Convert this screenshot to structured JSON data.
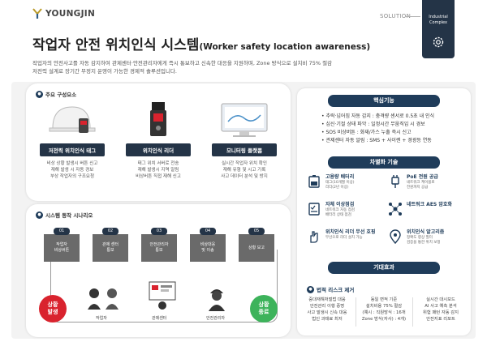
{
  "brand": {
    "name": "YOUNGJIN"
  },
  "header": {
    "solution": "SOLUTION",
    "tab_line1": "Industrial",
    "tab_line2": "Complex",
    "title": "작업자 안전 위치인식 시스템",
    "title_en": "(Worker safety location awareness)",
    "desc_line1": "작업자의 안전사고를 자동 감지하여 관제센터·안전관리자에게 즉시 통보하고 신속한 대응을 지원하며, Zone 방식으로 설치비 75% 절감",
    "desc_line2": "저전력 설계로 장기간 무정지 운영이 가능한 경제적 솔루션입니다."
  },
  "components": {
    "title": "주요 구성요소",
    "items": [
      {
        "tag": "저전력 위치인식 태그",
        "desc1": "비상 상황 발생시 버튼 신고",
        "desc2": "재해 발생 시 자동 경보",
        "desc3": "부상 작업자의 구조요청"
      },
      {
        "tag": "위치인식 리더",
        "desc1": "태그 위치 서버로 전송",
        "desc2": "재해 발생시 지역 알림",
        "desc3": "비상버튼 직접 재해 신고"
      },
      {
        "tag": "모니터링 플랫폼",
        "desc1": "실시간 작업자 위치 확인",
        "desc2": "재해 유형 및 시고 기록",
        "desc3": "사고 데이터 분석 및 방지"
      }
    ]
  },
  "scenario": {
    "title": "시스템 동작 시나리오",
    "steps": [
      {
        "num": "01",
        "label1": "작업자",
        "label2": "비상버튼"
      },
      {
        "num": "02",
        "label1": "관제 센터",
        "label2": "통보"
      },
      {
        "num": "03",
        "label1": "안전관리자",
        "label2": "통보"
      },
      {
        "num": "04",
        "label1": "비상대응",
        "label2": "및 이송"
      },
      {
        "num": "05",
        "label1": "상황 보고",
        "label2": ""
      }
    ],
    "start": {
      "line1": "상황",
      "line2": "발생"
    },
    "end": {
      "line1": "상황",
      "line2": "종료"
    },
    "worker": "작업자",
    "control": "관제센터",
    "manager": "안전관리자"
  },
  "features": {
    "title": "핵심기능",
    "items": [
      "추락·넘어짐 자동 감지 : 충격량 센서로 0.5초 내 인식",
      "심신·기절 상태 파악 : 일정시간 무움직임 시 경보",
      "SOS 비상버튼 : 화재/가스 누출 즉시 신고",
      "관제센터 자동 알림 : SMS + 사이렌 + 경광등 연동"
    ]
  },
  "tech": {
    "title": "차별화 기술",
    "items": [
      {
        "title": "고용량 배터리",
        "d1": "태그(10개월 이상)",
        "d2": "리더(2년 이상)"
      },
      {
        "title": "PoE 전원 공급",
        "d1": "네트워크 케이블로",
        "d2": "전원까지 공급"
      },
      {
        "title": "자체 이상점검",
        "d1": "네트워크 자동 점검",
        "d2": "배터리 상태 점검"
      },
      {
        "title": "네트워크 AES 암호화",
        "d1": "",
        "d2": ""
      },
      {
        "title": "위치인식 리더 무선 호핑",
        "d1": "무선으로 리더 설치 가능",
        "d2": ""
      },
      {
        "title": "위치인식 알고리즘",
        "d1": "정확도 향상 필터",
        "d2": "검증을 통한 위치 보정"
      }
    ]
  },
  "effects": {
    "title": "기대효과",
    "sub": "법적 리스크 제거",
    "items": [
      {
        "l1": "중대재해처벌법 대응",
        "l2": "안전관리 이행 증명",
        "l3": "사고 발생시 신속 대응",
        "l4": "법인 과태료 최저"
      },
      {
        "l1": "동일 면적 기준",
        "l2": "설치비용 75% 절감",
        "l3": "(예시 : 직원방식 : 16개",
        "l4": "Zone 방식(자사) : 4개)"
      },
      {
        "l1": "실시간 대시보드",
        "l2": "AI 사고 예측 분석",
        "l3": "위험 패턴 자동 감지",
        "l4": "안전지표 리포트"
      }
    ]
  },
  "colors": {
    "navy": "#1f3c5a",
    "red": "#d9232e",
    "green": "#3db35b",
    "gray_step": "#6a6a6a"
  }
}
